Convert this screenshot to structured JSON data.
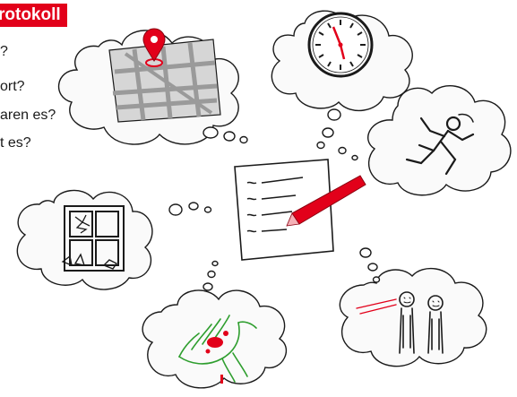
{
  "title": "rotokoll",
  "questions": [
    "?",
    "ort?",
    "aren es?",
    "t es?"
  ],
  "colors": {
    "accent": "#e2001a",
    "ink": "#1a1a1a",
    "map_street": "#9a9a9a",
    "hand_outline": "#2e9e2e",
    "cloud_shadow": "#e6e6e6"
  },
  "icons": [
    "location-pin-icon",
    "clock-icon",
    "running-figure-icon",
    "broken-window-icon",
    "injured-hand-icon",
    "witnesses-icon",
    "protocol-sheet-icon",
    "pen-icon"
  ]
}
